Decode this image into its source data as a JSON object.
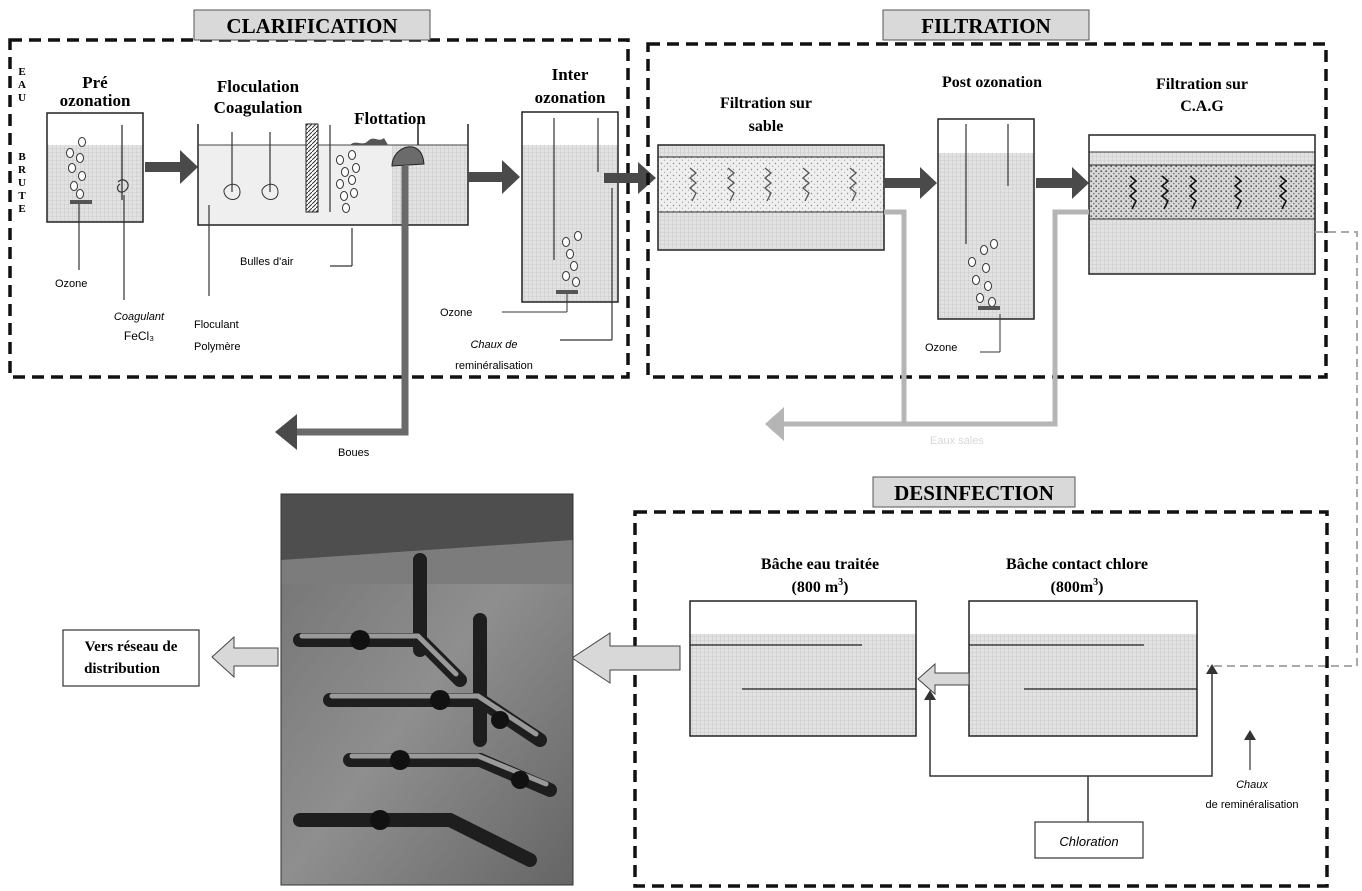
{
  "clarification": {
    "title": "CLARIFICATION",
    "inlet_label": [
      "E",
      "A",
      "U",
      "",
      "B",
      "R",
      "U",
      "T",
      "E"
    ],
    "pre_ozonation": [
      "Pré",
      "ozonation"
    ],
    "floculation": [
      "Floculation",
      "Coagulation"
    ],
    "flottation": "Flottation",
    "inter_ozonation": [
      "Inter",
      "ozonation"
    ],
    "ozone_1": "Ozone",
    "coagulant": [
      "Coagulant",
      "FeCl₃"
    ],
    "floculant": [
      "Floculant",
      "Polymère"
    ],
    "bulles_air": "Bulles d'air",
    "ozone_2": "Ozone",
    "chaux": [
      "Chaux de",
      "reminéralisation"
    ],
    "boues": "Boues"
  },
  "filtration": {
    "title": "FILTRATION",
    "sable": [
      "Filtration sur",
      "sable"
    ],
    "post_ozonation": "Post ozonation",
    "cag": [
      "Filtration sur",
      "C.A.G"
    ],
    "ozone": "Ozone",
    "eaux_sales": "Eaux sales"
  },
  "desinfection": {
    "title": "DESINFECTION",
    "bache_traitee": "Bâche eau traitée",
    "bache_traitee_cap": "(800 m",
    "bache_contact": "Bâche contact chlore",
    "bache_contact_cap": "(800m",
    "cube": "3",
    "cap_close": ")",
    "chaux": [
      "Chaux",
      "de reminéralisation"
    ],
    "chloration": "Chloration"
  },
  "distribution": {
    "label": [
      "Vers réseau de",
      "distribution"
    ]
  },
  "colors": {
    "dashed_border": "#111111",
    "arrow_dark": "#4a4a4a",
    "arrow_light": "#b5b5b5",
    "water_grid": "#d4d4d4",
    "title_fill": "#d9d9d9"
  }
}
